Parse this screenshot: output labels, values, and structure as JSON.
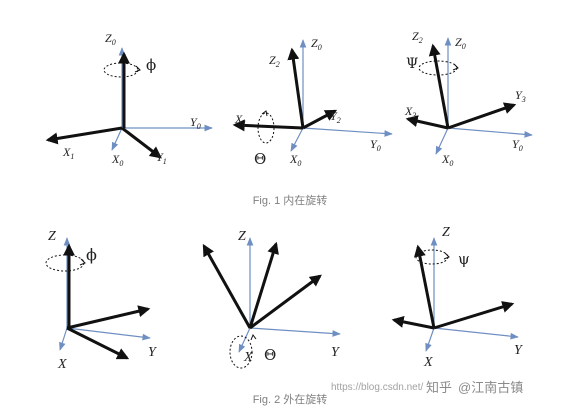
{
  "colors": {
    "fixed_axis": "#6f8fc2",
    "rotated_axis": "#111111",
    "caption": "#808080",
    "watermark": "#8a8a8a"
  },
  "fig1": {
    "caption": "Fig. 1 内在旋转",
    "panels": [
      {
        "z": "Z",
        "z_sub": "0",
        "y": "Y",
        "y_sub": "0",
        "x": "X",
        "x_sub": "0",
        "x1": "X",
        "x1_sub": "1",
        "y1": "Y",
        "y1_sub": "1",
        "angle": "ϕ"
      },
      {
        "z": "Z",
        "z_sub": "0",
        "z2": "Z",
        "z2_sub": "2",
        "y2": "Y",
        "y2_sub": "2",
        "x1": "X",
        "x1_sub": "1",
        "x": "X",
        "x_sub": "0",
        "y": "Y",
        "y_sub": "0",
        "angle": "Θ"
      },
      {
        "z2": "Z",
        "z2_sub": "2",
        "z": "Z",
        "z_sub": "0",
        "y3": "Y",
        "y3_sub": "3",
        "x3": "X",
        "x3_sub": "3",
        "x": "X",
        "x_sub": "0",
        "y": "Y",
        "y_sub": "0",
        "angle": "Ψ"
      }
    ]
  },
  "fig2": {
    "caption": "Fig. 2 外在旋转",
    "panels": [
      {
        "z": "Z",
        "y": "Y",
        "x": "X",
        "angle": "ϕ"
      },
      {
        "z": "Z",
        "y": "Y",
        "x": "X",
        "angle": "Θ"
      },
      {
        "z": "Z",
        "y": "Y",
        "x": "X",
        "angle": "ψ"
      }
    ]
  },
  "watermark": {
    "brand": "知乎",
    "author": "@江南古镇",
    "url": "https://blog.csdn.net/"
  }
}
